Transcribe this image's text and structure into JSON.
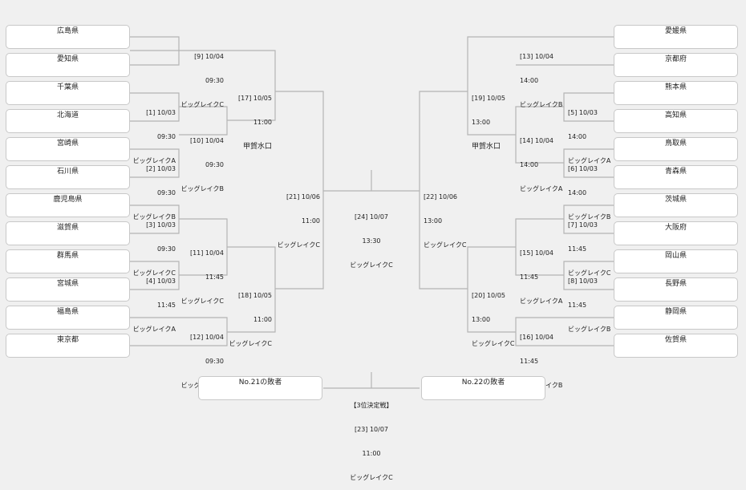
{
  "colors": {
    "background": "#f0f0f0",
    "line": "#b4b4b4",
    "box": "#ffffff",
    "box_border": "#c8c8c8"
  },
  "teams": {
    "left": [
      "広島県",
      "愛知県",
      "千葉県",
      "北海道",
      "宮崎県",
      "石川県",
      "鹿児島県",
      "滋賀県",
      "群馬県",
      "宮城県",
      "福島県",
      "東京都"
    ],
    "right": [
      "愛媛県",
      "京都府",
      "熊本県",
      "高知県",
      "鳥取県",
      "青森県",
      "茨城県",
      "大阪府",
      "岡山県",
      "長野県",
      "静岡県",
      "佐賀県"
    ]
  },
  "matches": {
    "m9": {
      "no": "[9] 10/04",
      "time": "09:30",
      "venue": "ビッグレイクC"
    },
    "m1": {
      "no": "[1] 10/03",
      "time": "09:30",
      "venue": "ビッグレイクA"
    },
    "m10": {
      "no": "[10] 10/04",
      "time": "09:30",
      "venue": "ビッグレイクB"
    },
    "m2": {
      "no": "[2] 10/03",
      "time": "09:30",
      "venue": "ビッグレイクB"
    },
    "m3": {
      "no": "[3] 10/03",
      "time": "09:30",
      "venue": "ビッグレイクC"
    },
    "m11": {
      "no": "[11] 10/04",
      "time": "11:45",
      "venue": "ビッグレイクC"
    },
    "m4": {
      "no": "[4] 10/03",
      "time": "11:45",
      "venue": "ビッグレイクA"
    },
    "m12": {
      "no": "[12] 10/04",
      "time": "09:30",
      "venue": "ビッグレイクA"
    },
    "m17": {
      "no": "[17] 10/05",
      "time": "11:00",
      "venue": "甲賀水口"
    },
    "m18": {
      "no": "[18] 10/05",
      "time": "11:00",
      "venue": "ビッグレイクC"
    },
    "m21": {
      "no": "[21] 10/06",
      "time": "11:00",
      "venue": "ビッグレイクC"
    },
    "m24": {
      "no": "[24] 10/07",
      "time": "13:30",
      "venue": "ビッグレイクC"
    },
    "m22": {
      "no": "[22] 10/06",
      "time": "13:00",
      "venue": "ビッグレイクC"
    },
    "m19": {
      "no": "[19] 10/05",
      "time": "13:00",
      "venue": "甲賀水口"
    },
    "m20": {
      "no": "[20] 10/05",
      "time": "13:00",
      "venue": "ビッグレイクC"
    },
    "m13": {
      "no": "[13] 10/04",
      "time": "14:00",
      "venue": "ビッグレイクB"
    },
    "m5": {
      "no": "[5] 10/03",
      "time": "14:00",
      "venue": "ビッグレイクA"
    },
    "m14": {
      "no": "[14] 10/04",
      "time": "14:00",
      "venue": "ビッグレイクA"
    },
    "m6": {
      "no": "[6] 10/03",
      "time": "14:00",
      "venue": "ビッグレイクB"
    },
    "m7": {
      "no": "[7] 10/03",
      "time": "11:45",
      "venue": "ビッグレイクC"
    },
    "m15": {
      "no": "[15] 10/04",
      "time": "11:45",
      "venue": "ビッグレイクA"
    },
    "m8": {
      "no": "[8] 10/03",
      "time": "11:45",
      "venue": "ビッグレイクB"
    },
    "m16": {
      "no": "[16] 10/04",
      "time": "11:45",
      "venue": "ビッグレイクB"
    },
    "m23": {
      "title": "【3位決定戦】",
      "no": "[23] 10/07",
      "time": "11:00",
      "venue": "ビッグレイクC"
    }
  },
  "third_place": {
    "left": "No.21の敗者",
    "right": "No.22の敗者"
  }
}
